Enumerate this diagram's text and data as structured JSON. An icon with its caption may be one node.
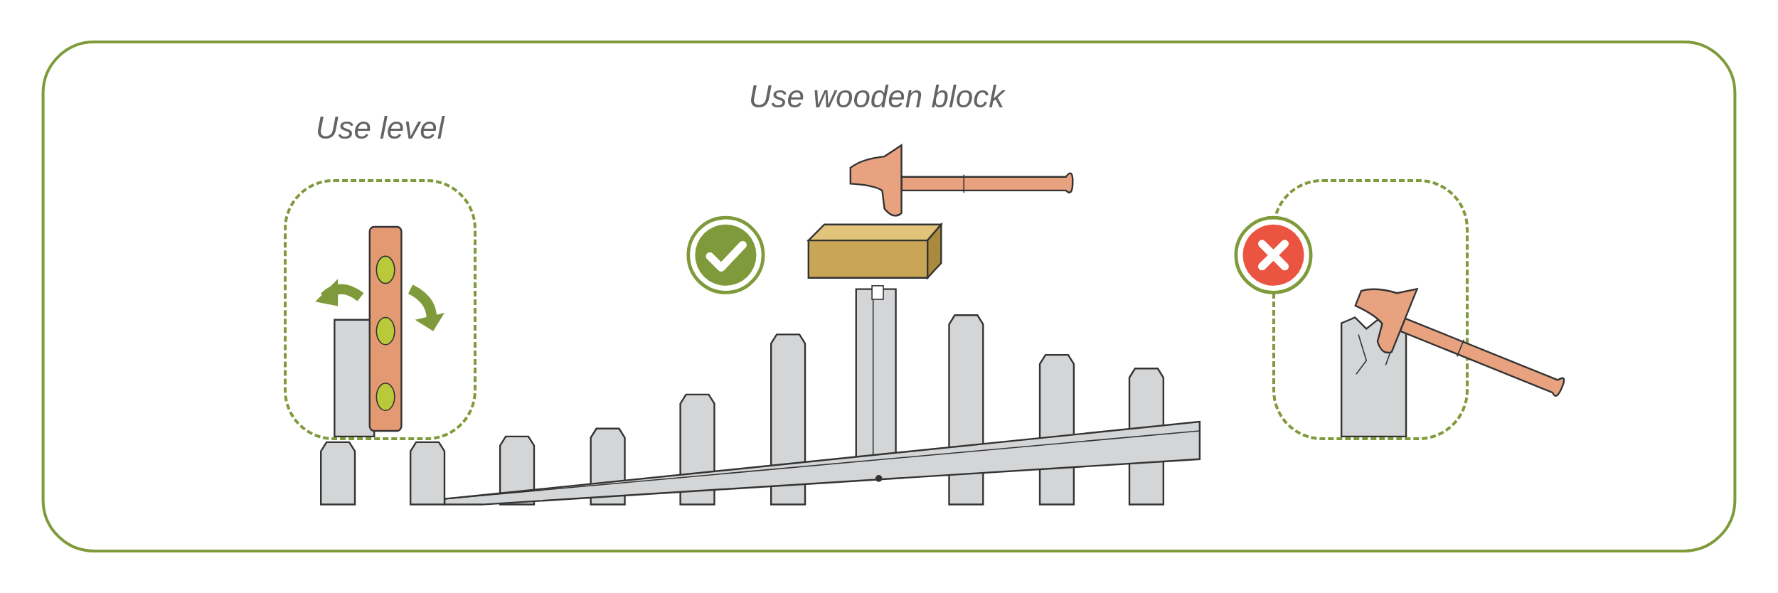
{
  "diagram": {
    "nodes": [
      {
        "text": [
          "Use level"
        ]
      },
      {
        "text": [],
        "shape": "box"
      }
    ],
    "edges": [],
    "labels": [
      "Use wooden block"
    ]
  }
}
